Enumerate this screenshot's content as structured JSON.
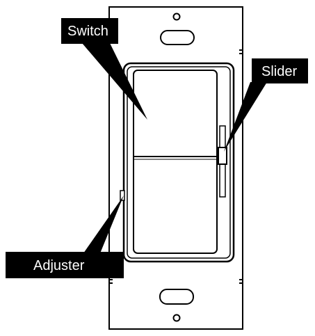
{
  "callouts": {
    "switch_label": "Switch",
    "slider_label": "Slider",
    "adjuster_label": "Adjuster"
  },
  "colors": {
    "line": "#000000",
    "label_background": "#000000",
    "label_text": "#ffffff",
    "background": "#ffffff"
  }
}
